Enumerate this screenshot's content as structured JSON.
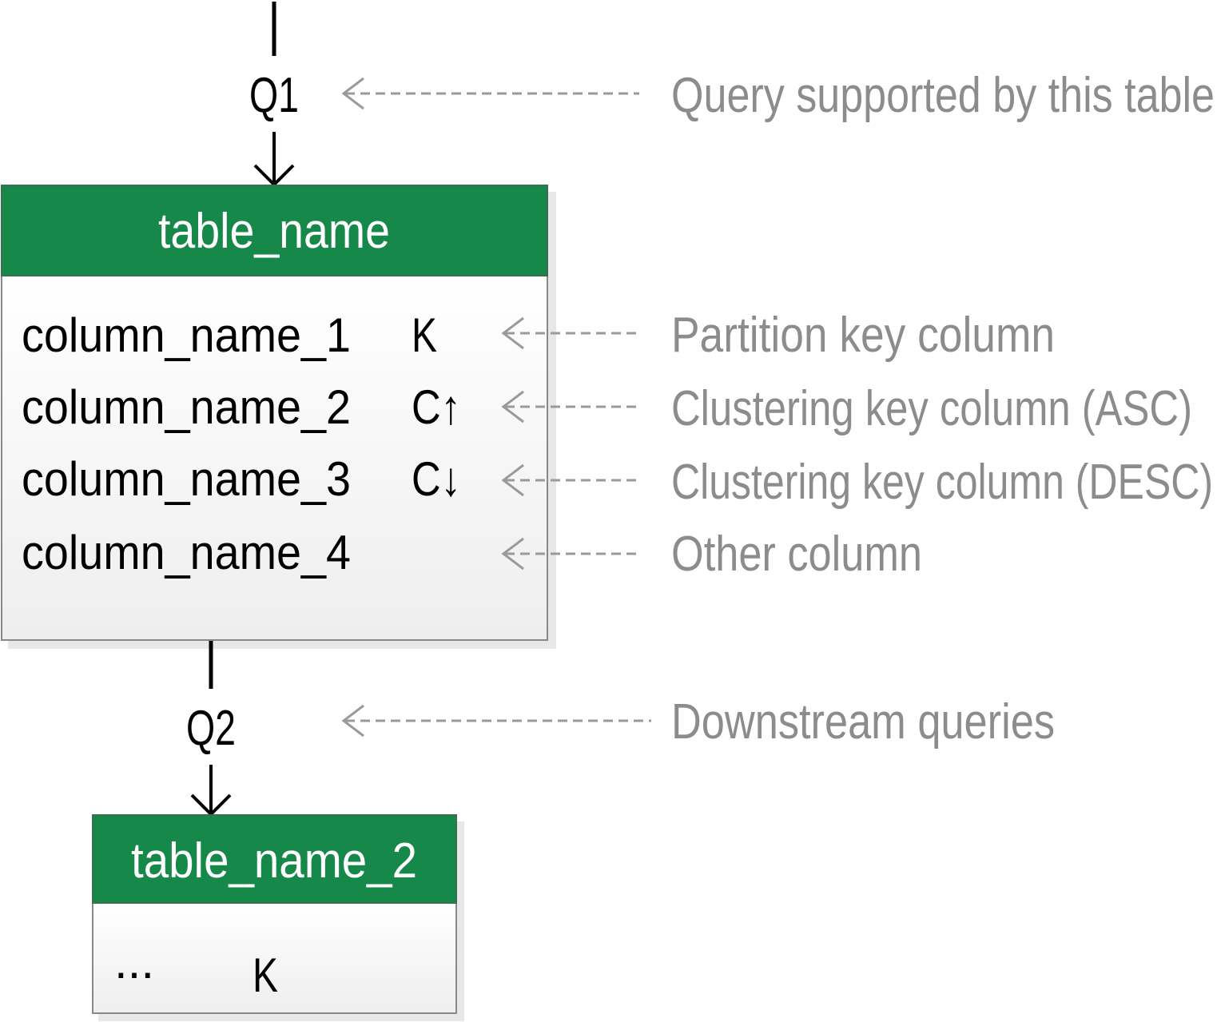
{
  "queries": {
    "q1": "Q1",
    "q2": "Q2"
  },
  "annotations": {
    "query": "Query supported by this table",
    "partition": "Partition key column",
    "clustering_asc": "Clustering key column (ASC)",
    "clustering_desc": "Clustering key column (DESC)",
    "other": "Other column",
    "downstream": "Downstream queries"
  },
  "table1": {
    "name": "table_name",
    "rows": [
      {
        "column": "column_name_1",
        "key": "K"
      },
      {
        "column": "column_name_2",
        "key": "C↑"
      },
      {
        "column": "column_name_3",
        "key": "C↓"
      },
      {
        "column": "column_name_4",
        "key": ""
      }
    ]
  },
  "table2": {
    "name": "table_name_2",
    "rows": [
      {
        "column": "...",
        "key": "K"
      }
    ]
  },
  "colors": {
    "header_green": "#16894a",
    "annotation_gray": "#8c8c8c",
    "line_black": "#000000",
    "dashed_gray": "#9a9a9a"
  }
}
